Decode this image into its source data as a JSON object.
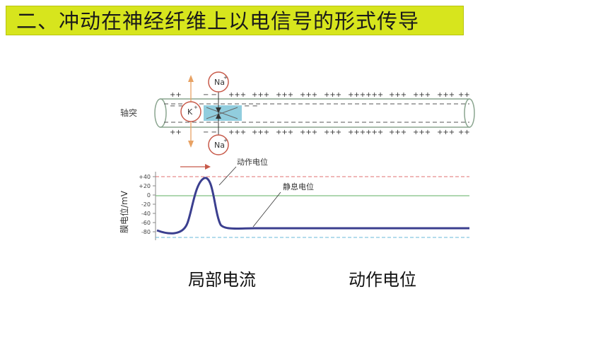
{
  "title": "二、冲动在神经纤维上以电信号的形式传导",
  "diagram": {
    "axon_label": "轴突",
    "na_ion_label": "Na",
    "k_ion_label": "K",
    "ion_superscript": "+",
    "plus_signs": "+",
    "minus_signs": "−",
    "y_axis_label": "膜电位/mV",
    "y_ticks": [
      "+40",
      "+20",
      "0",
      "-20",
      "-40",
      "-60",
      "-80"
    ],
    "annotation_action": "动作电位",
    "annotation_resting": "静息电位",
    "colors": {
      "title_bg": "#d7e51d",
      "axon_outline": "#8aa58f",
      "depolarized_zone": "#7ec4d8",
      "ion_circle": "#c85a4a",
      "arrow": "#e8a264",
      "trace": "#3b3f8f",
      "threshold_red": "#e07070",
      "baseline_green": "#7fbf80",
      "bottom_blue": "#6ab8d8"
    }
  },
  "captions": {
    "left": "局部电流",
    "right": "动作电位"
  }
}
